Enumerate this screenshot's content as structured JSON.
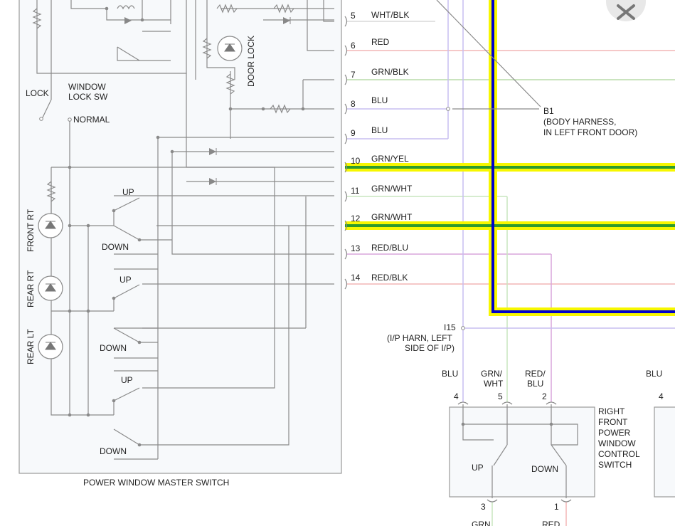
{
  "colors": {
    "blu": "#c7bdf0",
    "red": "#f2b5b5",
    "grn_blk": "#b9dcaa",
    "grn_yel_a": "#f7f700",
    "grn_yel_b": "#2d9b2d",
    "grn_wht": "#c9e6bf",
    "red_blu": "#d9a6dc",
    "red_blk": "#f2b5b5",
    "harness_yellow": "#f7f700",
    "harness_blue": "#0000cc"
  },
  "close_icon": "close-icon",
  "pins": [
    {
      "num": "5",
      "wire": "WHT/BLK"
    },
    {
      "num": "6",
      "wire": "RED"
    },
    {
      "num": "7",
      "wire": "GRN/BLK"
    },
    {
      "num": "8",
      "wire": "BLU"
    },
    {
      "num": "9",
      "wire": "BLU"
    },
    {
      "num": "10",
      "wire": "GRN/YEL"
    },
    {
      "num": "11",
      "wire": "GRN/WHT"
    },
    {
      "num": "12",
      "wire": "GRN/WHT"
    },
    {
      "num": "13",
      "wire": "RED/BLU"
    },
    {
      "num": "14",
      "wire": "RED/BLK"
    }
  ],
  "labels": {
    "door_lock": "DOOR LOCK",
    "window_lock_1": "WINDOW",
    "window_lock_2": "LOCK SW",
    "lock": "LOCK",
    "normal": "NORMAL",
    "front_rt": "FRONT RT",
    "rear_rt": "REAR RT",
    "rear_lt": "REAR LT",
    "up": "UP",
    "down": "DOWN",
    "master_switch": "POWER WINDOW MASTER SWITCH",
    "b1": "B1",
    "b1_line1": "(BODY HARNESS,",
    "b1_line2": "IN LEFT FRONT DOOR)",
    "i15": "I15",
    "i15_line1": "(I/P HARN, LEFT",
    "i15_line2": "SIDE OF I/P)"
  },
  "rf_switch": {
    "title": [
      "RIGHT",
      "FRONT",
      "POWER",
      "WINDOW",
      "CONTROL",
      "SWITCH"
    ],
    "wires": [
      {
        "name": "BLU",
        "pin": "4"
      },
      {
        "name": "GRN/\nWHT",
        "pin": "5"
      },
      {
        "name": "RED/\nBLU",
        "pin": "2"
      }
    ],
    "wire_blu": "BLU",
    "wire_grn_1": "GRN/",
    "wire_grn_2": "WHT",
    "wire_red_1": "RED/",
    "wire_red_2": "BLU",
    "pin_4": "4",
    "pin_5": "5",
    "pin_2": "2",
    "up": "UP",
    "down": "DOWN",
    "pin_3": "3",
    "pin_1": "1",
    "bottom_grn": "GRN",
    "bottom_red": "RED",
    "right_edge_blu": "BLU",
    "right_edge_pin": "4"
  }
}
